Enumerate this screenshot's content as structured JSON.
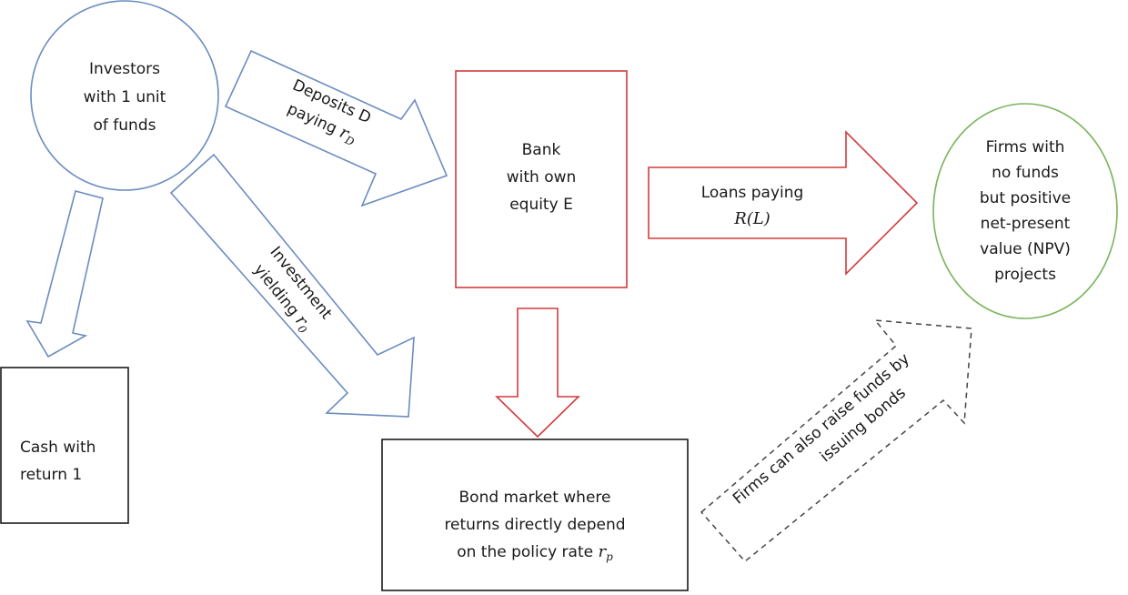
{
  "colors": {
    "investor_stroke": "#6b8cc0",
    "bank_stroke": "#d13b3b",
    "firm_stroke": "#7ab55c",
    "neutral_stroke": "#1a1a1a",
    "dashed_stroke": "#444444"
  },
  "nodes": {
    "investors": {
      "lines": [
        "Investors",
        "with 1 unit",
        "of funds"
      ]
    },
    "bank": {
      "lines": [
        "Bank",
        "with own",
        "equity E"
      ]
    },
    "firms": {
      "lines": [
        "Firms with",
        "no funds",
        "but positive",
        "net-present",
        "value (NPV)",
        "projects"
      ]
    },
    "cash": {
      "lines": [
        "Cash with",
        "return 1"
      ]
    },
    "bond_market": {
      "lines": [
        "Bond market where",
        "returns directly depend",
        "on the policy rate"
      ],
      "math": "r",
      "math_sub": "p"
    }
  },
  "edges": {
    "deposits": {
      "line1": "Deposits D",
      "line2": "paying",
      "math": "r",
      "math_sub": "D"
    },
    "investment": {
      "line1": "Investment",
      "line2": "yielding",
      "math": "r",
      "math_sub": "0"
    },
    "loans": {
      "line1": "Loans paying",
      "math": "R(L)"
    },
    "bonds": {
      "line1": "Firms can also raise funds by",
      "line2": "issuing bonds"
    },
    "cash_flow": {},
    "bank_to_bonds": {}
  }
}
